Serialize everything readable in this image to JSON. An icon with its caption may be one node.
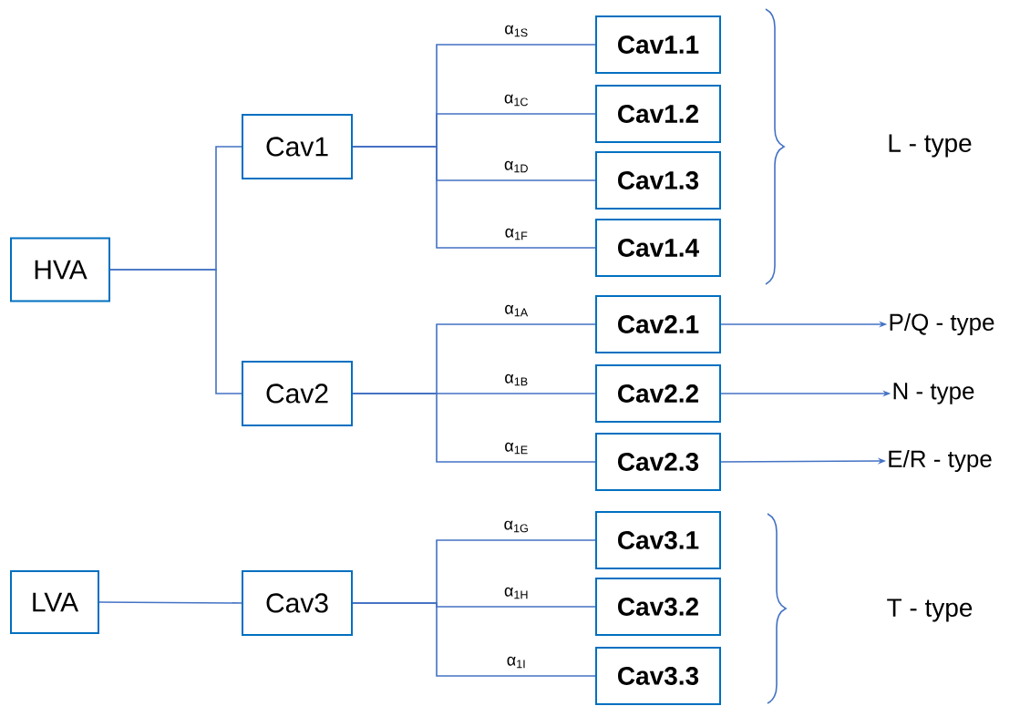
{
  "diagram": {
    "nodes": [
      {
        "text": [
          "HVA"
        ]
      },
      {
        "text": [
          "Cav1"
        ]
      },
      {
        "text": [
          "Cav1.1"
        ]
      },
      {
        "text": [
          "Cav1.2"
        ]
      },
      {
        "text": [
          "Cav1.3"
        ]
      },
      {
        "text": [
          "Cav1.4"
        ]
      },
      {
        "text": [
          "Cav2"
        ]
      },
      {
        "text": [
          "Cav2.1"
        ]
      },
      {
        "text": [
          "Cav2.2"
        ]
      },
      {
        "text": [
          "Cav2.3"
        ]
      },
      {
        "text": [
          "LVA"
        ]
      },
      {
        "text": [
          "Cav3"
        ]
      },
      {
        "text": [
          "Cav3.1"
        ]
      },
      {
        "text": [
          "Cav3.2"
        ]
      },
      {
        "text": [
          "Cav3.3"
        ]
      },
      {
        "text": [
          "P/Q - type"
        ]
      },
      {
        "text": [
          "N - type"
        ]
      },
      {
        "text": [
          "E/R - type"
        ]
      }
    ],
    "edges": [
      {
        "from": 0,
        "to": 1,
        "arrow": "none"
      },
      {
        "from": 0,
        "to": 6,
        "arrow": "none"
      },
      {
        "from": 1,
        "to": 2,
        "arrow": "none",
        "label": "α$_{1S}$"
      },
      {
        "from": 1,
        "to": 3,
        "arrow": "none",
        "label": "α$_{1C}$"
      },
      {
        "from": 1,
        "to": 4,
        "arrow": "none",
        "label": "α$_{1D}$"
      },
      {
        "from": 1,
        "to": 5,
        "arrow": "none",
        "label": "α$_{1F}$"
      },
      {
        "from": 6,
        "to": 7,
        "arrow": "none",
        "label": "α$_{1A}$"
      },
      {
        "from": 6,
        "to": 8,
        "arrow": "none",
        "label": "α$_{1B}$"
      },
      {
        "from": 6,
        "to": 9,
        "arrow": "none",
        "label": "α$_{1E}$"
      },
      {
        "from": 10,
        "to": 11,
        "arrow": "none"
      },
      {
        "from": 11,
        "to": 12,
        "arrow": "none",
        "label": "α$_{1G}$"
      },
      {
        "from": 11,
        "to": 13,
        "arrow": "none",
        "label": "α$_{1H}$"
      },
      {
        "from": 11,
        "to": 14,
        "arrow": "none",
        "label": "α$_{1I}$"
      },
      {
        "from": 7,
        "to": 15,
        "arrow": "to"
      },
      {
        "from": 8,
        "to": 16,
        "arrow": "to"
      },
      {
        "from": 9,
        "to": 17,
        "arrow": "to"
      }
    ],
    "labels": [
      "L - type",
      "T - type"
    ]
  }
}
